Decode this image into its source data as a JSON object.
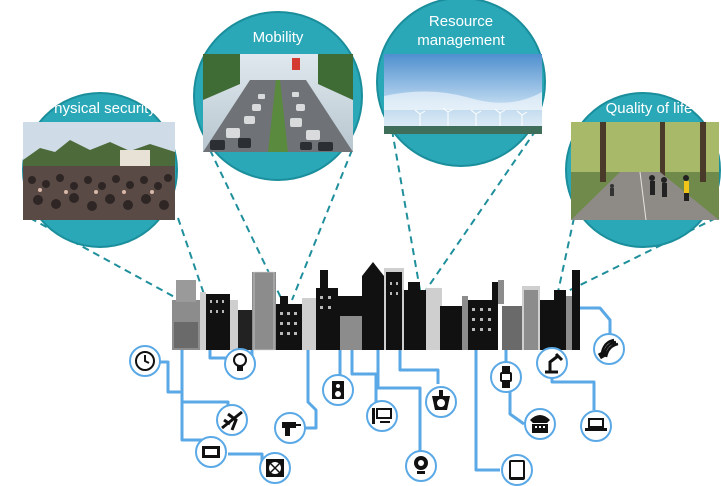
{
  "bubbles": {
    "physical_security": {
      "title": "Physical security",
      "photo": "crowd at outdoor event"
    },
    "mobility": {
      "title": "Mobility",
      "photo": "highway traffic"
    },
    "resource_management": {
      "title_line1": "Resource",
      "title_line2": "management",
      "photo": "wind turbines at sea"
    },
    "quality_of_life": {
      "title": "Quality of life",
      "photo": "joggers in a park"
    }
  },
  "colors": {
    "bubble_fill": "#2aa8b8",
    "bubble_stroke": "#1b8e9c",
    "connector": "#5aa9e6",
    "dashed_line": "#1f8f9c",
    "building_dark": "#111111",
    "building_gray": "#8c8c8c",
    "building_light": "#cfcfcf"
  },
  "devices": [
    "clock-icon",
    "lightbulb-icon",
    "airplane-icon",
    "tv-icon",
    "fan-icon",
    "drill-icon",
    "speaker-icon",
    "computer-icon",
    "webcam-icon",
    "scale-icon",
    "smartwatch-icon",
    "telephone-icon",
    "tablet-icon",
    "desk-lamp-icon",
    "laptop-icon",
    "energy-bulb-icon"
  ]
}
